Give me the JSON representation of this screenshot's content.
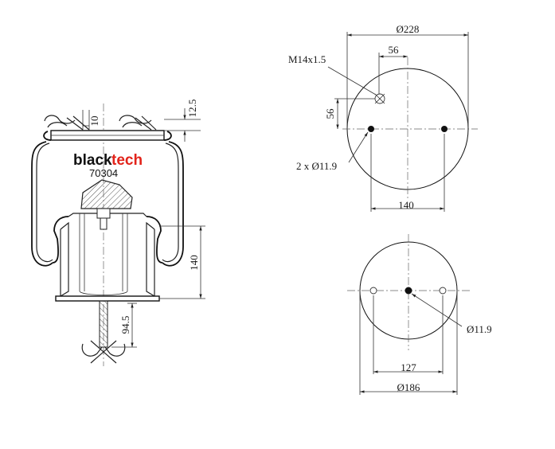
{
  "brand": {
    "name_black": "black",
    "name_red": "tech",
    "model": "70304",
    "accent_color": "#e2231a"
  },
  "side_view": {
    "dim_top_10": "10",
    "dim_top_12_5": "12.5",
    "dim_height_140": "140",
    "dim_stud_94_5": "94.5"
  },
  "top_plate": {
    "outer_diameter": "Ø228",
    "thread": "M14x1.5",
    "offset_h": "56",
    "offset_v": "56",
    "holes": "2 x Ø11.9",
    "hole_spacing": "140"
  },
  "bottom_plate": {
    "outer_diameter": "Ø186",
    "center_hole": "Ø11.9",
    "hole_spacing": "127"
  },
  "icons": [
    "clip-icon",
    "stud-icon",
    "bumper-icon"
  ]
}
